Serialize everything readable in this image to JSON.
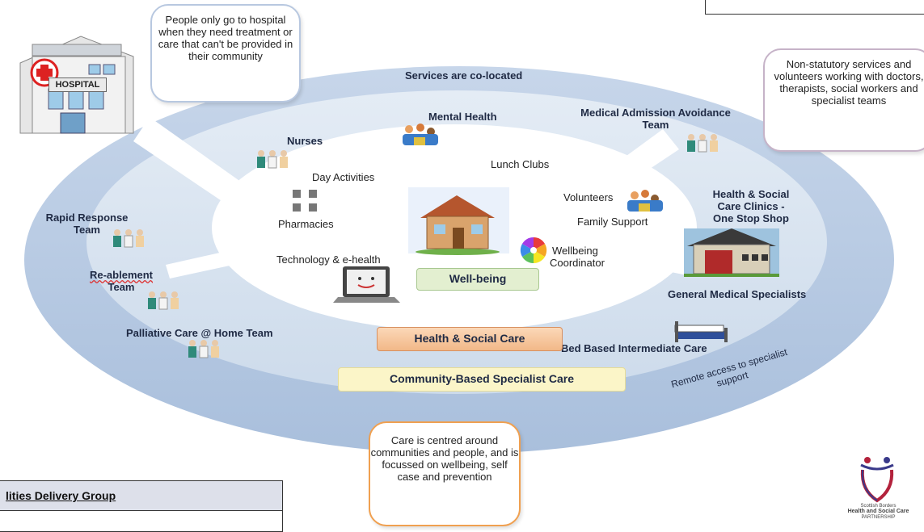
{
  "callouts": {
    "hospital_only": "People only go to hospital when they need treatment or care that can't be provided in their community",
    "non_statutory": "Non-statutory services and volunteers working with doctors, therapists, social workers and specialist teams",
    "care_centred": "Care is centred around communities and people, and is focussed on wellbeing, self case and prevention"
  },
  "hospital_sign": "HOSPITAL",
  "outer_ring": {
    "services_colocated": "Services are co-located",
    "remote_access": "Remote access to specialist support"
  },
  "labels": {
    "mental_health": "Mental Health",
    "medical_admission_line1": "Medical Admission Avoidance",
    "medical_admission_line2": "Team",
    "nurses": "Nurses",
    "rapid_response_line1": "Rapid Response",
    "rapid_response_line2": "Team",
    "reablement_line1": "Re-ablement",
    "reablement_line2": "Team",
    "palliative": "Palliative Care @ Home Team",
    "hsc_clinics_line1": "Health & Social",
    "hsc_clinics_line2": "Care Clinics -",
    "hsc_clinics_line3": "One Stop Shop",
    "general_medical": "General Medical Specialists",
    "bed_based": "Bed Based Intermediate Care"
  },
  "inner": {
    "day_activities": "Day Activities",
    "lunch_clubs": "Lunch Clubs",
    "pharmacies": "Pharmacies",
    "volunteers": "Volunteers",
    "family_support": "Family Support",
    "technology": "Technology & e-health",
    "wellbeing_coord_line1": "Wellbeing",
    "wellbeing_coord_line2": "Coordinator"
  },
  "layers": {
    "wellbeing": "Well-being",
    "health_social_care": "Health & Social Care",
    "community_specialist": "Community-Based Specialist Care"
  },
  "footer": {
    "delivery_group": "lities Delivery Group"
  },
  "logo": {
    "line1": "Scottish Borders",
    "line2": "Health and Social Care",
    "line3": "PARTNERSHIP"
  },
  "colors": {
    "outer_ring": "#b3c6df",
    "middle_ring": "#d5e1ee",
    "inner": "#ffffff",
    "wellbeing_pill": "#e3efd0",
    "hsc_pill": "#f8c9a0",
    "community_pill": "#fbf5c8",
    "text_dark": "#1f2a44"
  }
}
